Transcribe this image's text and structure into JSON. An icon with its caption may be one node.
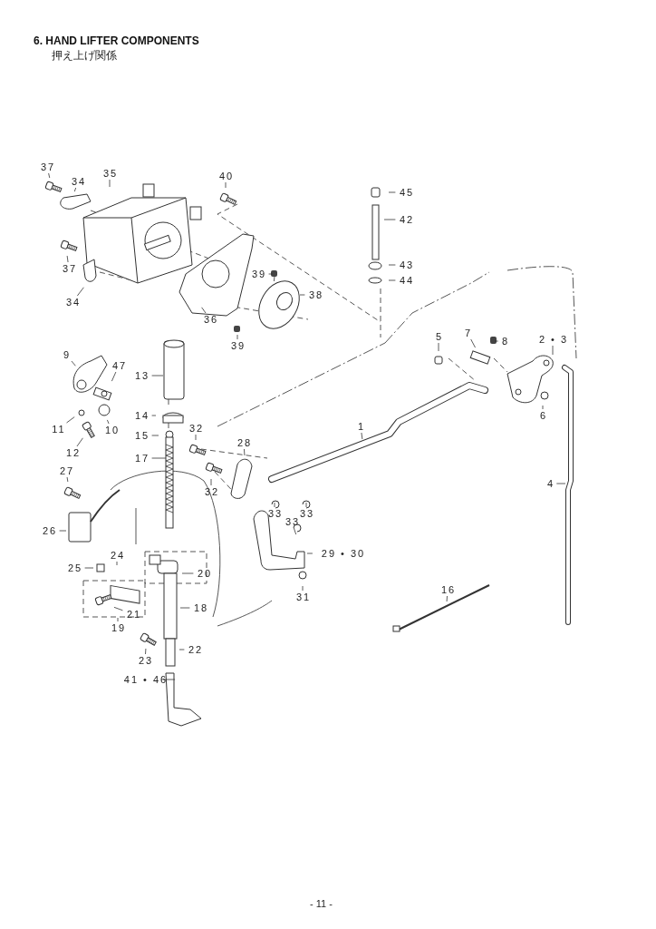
{
  "diagram": {
    "title": "6. HAND LIFTER COMPONENTS",
    "nodes": [
      {
        "text": [
          "37"
        ]
      },
      {
        "text": [
          "34"
        ]
      },
      {
        "text": [
          "35"
        ]
      },
      {
        "text": [
          "40"
        ]
      },
      {
        "text": [
          "45"
        ]
      },
      {
        "text": [
          "42"
        ]
      },
      {
        "text": [
          "43"
        ]
      },
      {
        "text": [
          "44"
        ]
      },
      {
        "text": [
          "37"
        ]
      },
      {
        "text": [
          "34"
        ]
      },
      {
        "text": [
          "39"
        ]
      },
      {
        "text": [
          "38"
        ]
      },
      {
        "text": [
          "36"
        ]
      },
      {
        "text": [
          "39"
        ]
      },
      {
        "text": [
          "9"
        ]
      },
      {
        "text": [
          "47"
        ]
      },
      {
        "text": [
          "13"
        ]
      },
      {
        "text": [
          "11"
        ]
      },
      {
        "text": [
          "12"
        ]
      },
      {
        "text": [
          "10"
        ]
      },
      {
        "text": [
          "14"
        ]
      },
      {
        "text": [
          "15"
        ]
      },
      {
        "text": [
          "17"
        ]
      },
      {
        "text": [
          "32"
        ]
      },
      {
        "text": [
          "28"
        ]
      },
      {
        "text": [
          "32"
        ]
      },
      {
        "text": [
          "1"
        ]
      },
      {
        "text": [
          "5"
        ]
      },
      {
        "text": [
          "7"
        ]
      },
      {
        "text": [
          "8"
        ]
      },
      {
        "text": [
          "2 • 3"
        ]
      },
      {
        "text": [
          "6"
        ]
      },
      {
        "text": [
          "27"
        ]
      },
      {
        "text": [
          "33"
        ]
      },
      {
        "text": [
          "33"
        ]
      },
      {
        "text": [
          "33"
        ]
      },
      {
        "text": [
          "29 • 30"
        ]
      },
      {
        "text": [
          "31"
        ]
      },
      {
        "text": [
          "4"
        ]
      },
      {
        "text": [
          "26"
        ]
      },
      {
        "text": [
          "25"
        ]
      },
      {
        "text": [
          "24"
        ]
      },
      {
        "text": [
          "20"
        ]
      },
      {
        "text": [
          "21"
        ]
      },
      {
        "text": [
          "19"
        ]
      },
      {
        "text": [
          "18"
        ]
      },
      {
        "text": [
          "16"
        ]
      },
      {
        "text": [
          "22"
        ]
      },
      {
        "text": [
          "23"
        ]
      },
      {
        "text": [
          "41 • 46"
        ]
      }
    ],
    "edges": [
      {
        "from": 0,
        "to": null,
        "arrow": "none"
      },
      {
        "from": 1,
        "to": null,
        "arrow": "none"
      },
      {
        "from": 2,
        "to": null,
        "arrow": "none"
      },
      {
        "from": 3,
        "to": null,
        "arrow": "none"
      },
      {
        "from": 4,
        "to": null,
        "arrow": "none"
      },
      {
        "from": 5,
        "to": null,
        "arrow": "none"
      },
      {
        "from": 6,
        "to": null,
        "arrow": "none"
      },
      {
        "from": 7,
        "to": null,
        "arrow": "none"
      },
      {
        "from": 8,
        "to": null,
        "arrow": "none"
      },
      {
        "from": 9,
        "to": null,
        "arrow": "none"
      },
      {
        "from": 10,
        "to": null,
        "arrow": "none"
      },
      {
        "from": 11,
        "to": null,
        "arrow": "none"
      },
      {
        "from": 12,
        "to": null,
        "arrow": "none"
      },
      {
        "from": 13,
        "to": null,
        "arrow": "none"
      },
      {
        "from": 14,
        "to": null,
        "arrow": "none"
      },
      {
        "from": 15,
        "to": null,
        "arrow": "none"
      },
      {
        "from": 16,
        "to": null,
        "arrow": "none"
      },
      {
        "from": 17,
        "to": null,
        "arrow": "none"
      },
      {
        "from": 18,
        "to": null,
        "arrow": "none"
      },
      {
        "from": 19,
        "to": null,
        "arrow": "none"
      },
      {
        "from": 20,
        "to": null,
        "arrow": "none"
      },
      {
        "from": 21,
        "to": null,
        "arrow": "none"
      },
      {
        "from": 22,
        "to": null,
        "arrow": "none"
      },
      {
        "from": 23,
        "to": null,
        "arrow": "none"
      },
      {
        "from": 24,
        "to": null,
        "arrow": "none"
      },
      {
        "from": 25,
        "to": null,
        "arrow": "none"
      },
      {
        "from": 26,
        "to": null,
        "arrow": "none"
      },
      {
        "from": 27,
        "to": null,
        "arrow": "none"
      },
      {
        "from": 28,
        "to": null,
        "arrow": "none"
      },
      {
        "from": 29,
        "to": null,
        "arrow": "none"
      },
      {
        "from": 30,
        "to": null,
        "arrow": "none"
      },
      {
        "from": 31,
        "to": null,
        "arrow": "none"
      },
      {
        "from": 32,
        "to": null,
        "arrow": "none"
      },
      {
        "from": 33,
        "to": null,
        "arrow": "none"
      },
      {
        "from": 34,
        "to": null,
        "arrow": "none"
      },
      {
        "from": 35,
        "to": null,
        "arrow": "none"
      },
      {
        "from": 36,
        "to": null,
        "arrow": "none"
      },
      {
        "from": 37,
        "to": null,
        "arrow": "none"
      },
      {
        "from": 38,
        "to": null,
        "arrow": "none"
      },
      {
        "from": 39,
        "to": null,
        "arrow": "none"
      },
      {
        "from": 40,
        "to": null,
        "arrow": "none"
      },
      {
        "from": 41,
        "to": null,
        "arrow": "none"
      },
      {
        "from": 42,
        "to": null,
        "arrow": "none"
      },
      {
        "from": 43,
        "to": null,
        "arrow": "none"
      },
      {
        "from": 44,
        "to": null,
        "arrow": "none"
      },
      {
        "from": 45,
        "to": null,
        "arrow": "none"
      },
      {
        "from": 46,
        "to": null,
        "arrow": "none"
      },
      {
        "from": 47,
        "to": null,
        "arrow": "none"
      },
      {
        "from": 48,
        "to": null,
        "arrow": "none"
      },
      {
        "from": 49,
        "to": null,
        "arrow": "none"
      }
    ],
    "labels": [
      "押え上げ関係",
      "- 11 -"
    ]
  }
}
